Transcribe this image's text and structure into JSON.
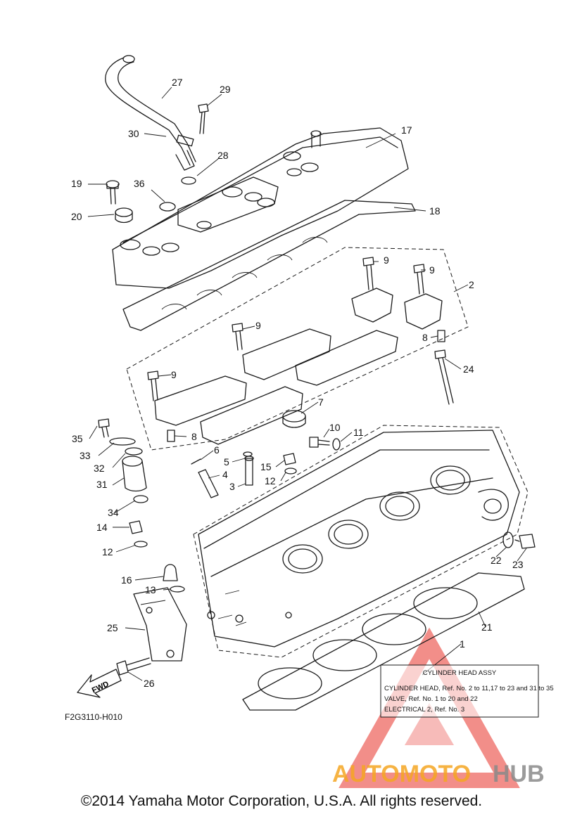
{
  "callouts": {
    "n1": "1",
    "n2": "2",
    "n3": "3",
    "n4": "4",
    "n5": "5",
    "n6": "6",
    "n7": "7",
    "n8a": "8",
    "n8b": "8",
    "n9a": "9",
    "n9b": "9",
    "n9c": "9",
    "n9d": "9",
    "n10": "10",
    "n11": "11",
    "n12a": "12",
    "n12b": "12",
    "n13": "13",
    "n14": "14",
    "n15": "15",
    "n16": "16",
    "n17": "17",
    "n18": "18",
    "n19": "19",
    "n20": "20",
    "n21": "21",
    "n22": "22",
    "n23": "23",
    "n24": "24",
    "n25": "25",
    "n26": "26",
    "n27": "27",
    "n28": "28",
    "n29": "29",
    "n30": "30",
    "n31": "31",
    "n32": "32",
    "n33": "33",
    "n34": "34",
    "n35": "35",
    "n36": "36"
  },
  "assy_box": {
    "title": "CYLINDER HEAD ASSY",
    "line1": "CYLINDER HEAD, Ref. No. 2 to 11,17 to 23 and 31 to 35",
    "line2": "VALVE, Ref. No. 1 to 20 and 22",
    "line3": "ELECTRICAL 2, Ref. No. 3"
  },
  "fwd_label": "FWD",
  "figure_code": "F2G3110-H010",
  "watermark": {
    "part1": "AUTOMOTO",
    "part2": "HUB"
  },
  "copyright": "©2014 Yamaha Motor Corporation, U.S.A. All rights reserved.",
  "colors": {
    "watermark_red": "#e8322a",
    "watermark_orange": "#f5a623",
    "watermark_gray": "#8a8a8a"
  }
}
